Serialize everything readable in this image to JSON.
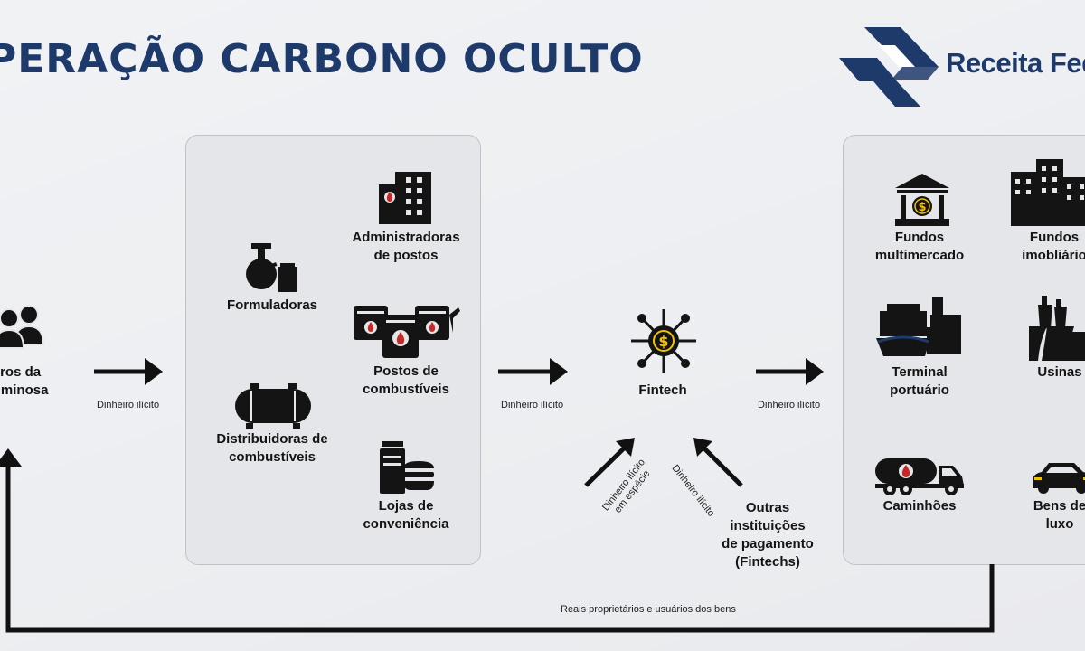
{
  "title": "PERAÇÃO CARBONO OCULTO",
  "logo_text": "Receita Fed",
  "nodes": {
    "membros": "oros da\ncriminosa",
    "formuladoras": "Formuladoras",
    "distribuidoras": "Distribuidoras de\ncombustíveis",
    "administradoras": "Administradoras\nde postos",
    "postos": "Postos de\ncombustíveis",
    "lojas": "Lojas de\nconveniência",
    "fintech": "Fintech",
    "outras": "Outras\ninstituições\nde pagamento\n(Fintechs)",
    "fundos_multi": "Fundos\nmultimercado",
    "fundos_imob": "Fundos\nimobliário",
    "terminal": "Terminal\nportuário",
    "usinas": "Usinas",
    "caminhoes": "Caminhões",
    "bens_luxo": "Bens de\nluxo"
  },
  "edges": {
    "dinheiro_1": "Dinheiro ilícito",
    "dinheiro_2": "Dinheiro ilícito",
    "dinheiro_3": "Dinheiro ilícito",
    "dinheiro_especie": "Dinheiro ilícito\nem espécie",
    "dinheiro_outras": "Dinheiro ilícito",
    "reais": "Reais proprietários e usuários dos bens"
  },
  "colors": {
    "title": "#1d3a6b",
    "icon": "#141414",
    "accent": "#f2c200",
    "drop": "#c62828"
  }
}
